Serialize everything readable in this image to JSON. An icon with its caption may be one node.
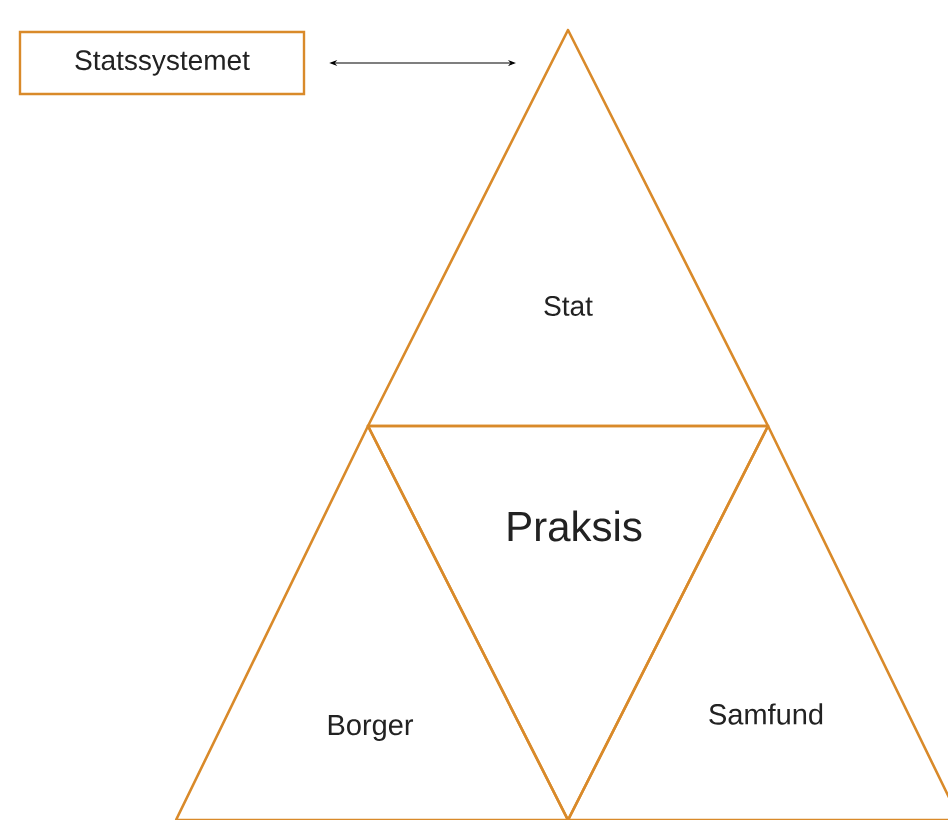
{
  "diagram": {
    "nodes": [
      {
        "text": [
          "Statssystemet"
        ]
      },
      {
        "text": [
          "Stat"
        ]
      },
      {
        "text": [
          "Praksis"
        ]
      },
      {
        "text": [
          "Borger"
        ]
      },
      {
        "text": [
          "Samfund"
        ]
      }
    ],
    "edges": [
      {
        "from": 0,
        "to": 1,
        "arrow": "both"
      }
    ]
  }
}
